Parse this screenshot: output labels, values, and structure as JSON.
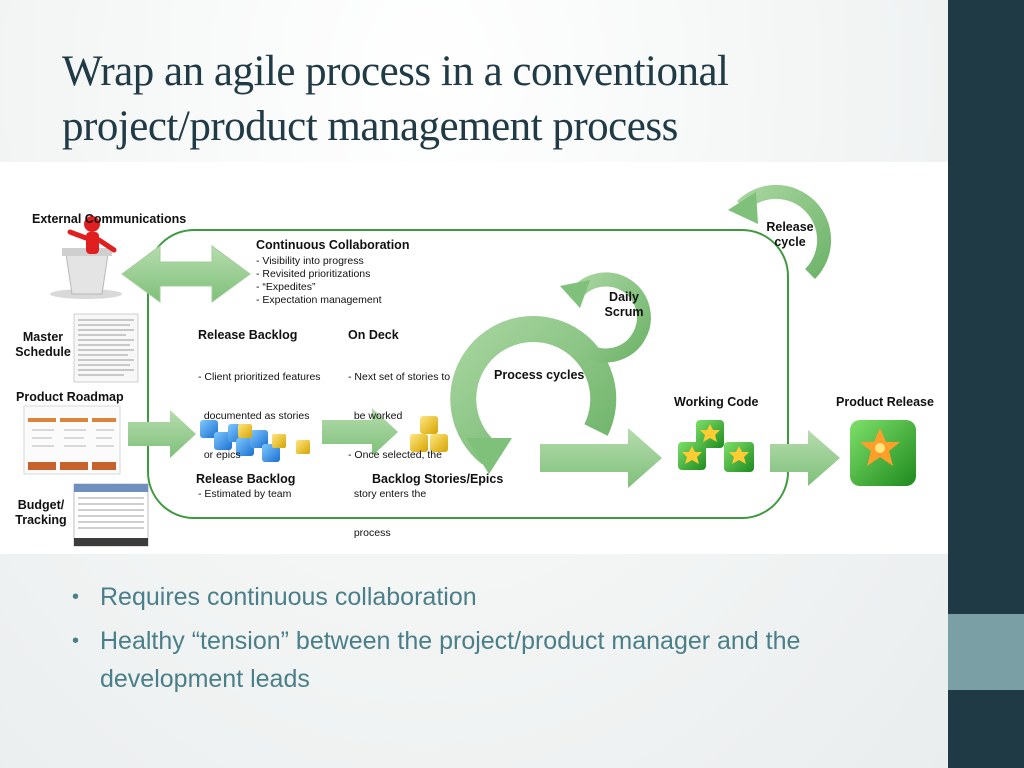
{
  "slide": {
    "title": "Wrap an agile process in a conventional project/product management process",
    "bullets": [
      "Requires continuous collaboration",
      "Healthy “tension” between the project/product manager and the development leads"
    ],
    "colors": {
      "title": "#203a46",
      "bullet_text": "#4a7f8a",
      "sidebar": "#1f3a44",
      "sidebar_accent": "#7aa0a6",
      "arrow_green": "#8ec98a",
      "frame_green": "#3f9a3f"
    }
  },
  "diagram": {
    "external_communications": "External Communications",
    "master_schedule": "Master Schedule",
    "product_roadmap": "Product Roadmap",
    "budget_tracking": "Budget/ Tracking",
    "continuous_collaboration": {
      "title": "Continuous Collaboration",
      "items": [
        "- Visibility into progress",
        "- Revisited prioritizations",
        "- “Expedites”",
        "- Expectation management"
      ]
    },
    "release_backlog": {
      "title": "Release Backlog",
      "items": [
        "- Client prioritized features",
        "  documented as stories",
        "  or epics",
        "- Estimated by team"
      ],
      "caption": "Release Backlog"
    },
    "on_deck": {
      "title": "On Deck",
      "items": [
        "- Next set of stories to",
        "  be worked",
        "- Once selected, the",
        "  story enters the",
        "  process"
      ]
    },
    "backlog_stories_epics": "Backlog Stories/Epics",
    "process_cycles": "Process cycles",
    "daily_scrum": "Daily Scrum",
    "release_cycle": "Release cycle",
    "working_code": "Working Code",
    "product_release": "Product Release"
  }
}
